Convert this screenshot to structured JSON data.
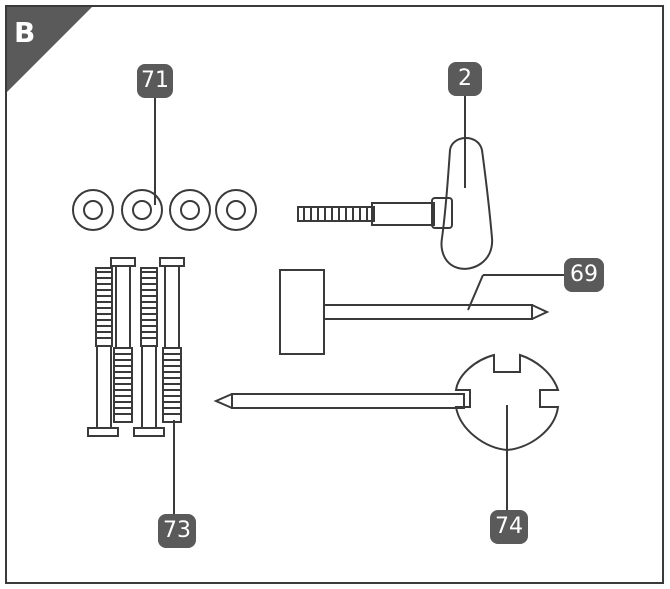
{
  "panel": {
    "label": "B"
  },
  "callouts": {
    "spacer_washers": "71",
    "t_handle_driver": "2",
    "screwdriver": "69",
    "assembly_bolts": "73",
    "cross_wrench": "74"
  },
  "colors": {
    "badge": "#5a5a5a",
    "line": "#3a3a3a",
    "frame": "#3a3a3a"
  }
}
